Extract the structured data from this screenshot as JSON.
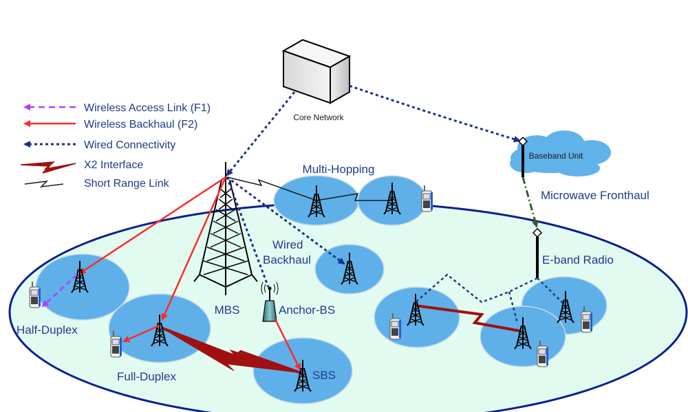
{
  "legend": {
    "items": [
      {
        "label": "Wireless Access Link (F1)",
        "style": "dashed-arrow",
        "color": "#b040ff"
      },
      {
        "label": "Wireless Backhaul (F2)",
        "style": "solid-arrow",
        "color": "#ff2a2a"
      },
      {
        "label": "Wired Connectivity",
        "style": "dotted-arrow",
        "color": "#1a2f8f"
      },
      {
        "label": "X2 Interface",
        "style": "lightning",
        "color": "#a01010"
      },
      {
        "label": "Short Range Link",
        "style": "zigzag",
        "color": "#1a1a1a"
      }
    ]
  },
  "nodes": {
    "core_network": "Core Network",
    "baseband_unit": "Baseband Unit",
    "mbs": "MBS",
    "anchor_bs": "Anchor-BS",
    "sbs": "SBS"
  },
  "labels": {
    "multi_hopping": "Multi-Hopping",
    "wired_backhaul_1": "Wired",
    "wired_backhaul_2": "Backhaul",
    "microwave_fronthaul": "Microwave Fronthaul",
    "e_band_radio": "E-band Radio",
    "half_duplex": "Half-Duplex",
    "full_duplex": "Full-Duplex"
  },
  "colors": {
    "label_text": "#1f3a8a",
    "macro_area_fill": "#e2fbf1",
    "macro_area_stroke": "#0a1f8f",
    "small_cell_fill": "#5fb0e8",
    "cloud_fill": "#60b2ea",
    "wireless_backhaul": "#ff2a2a",
    "wireless_access": "#b040ff",
    "wired": "#1a2f8f",
    "x2": "#a01010",
    "fronthaul": "#3a5a2a"
  }
}
